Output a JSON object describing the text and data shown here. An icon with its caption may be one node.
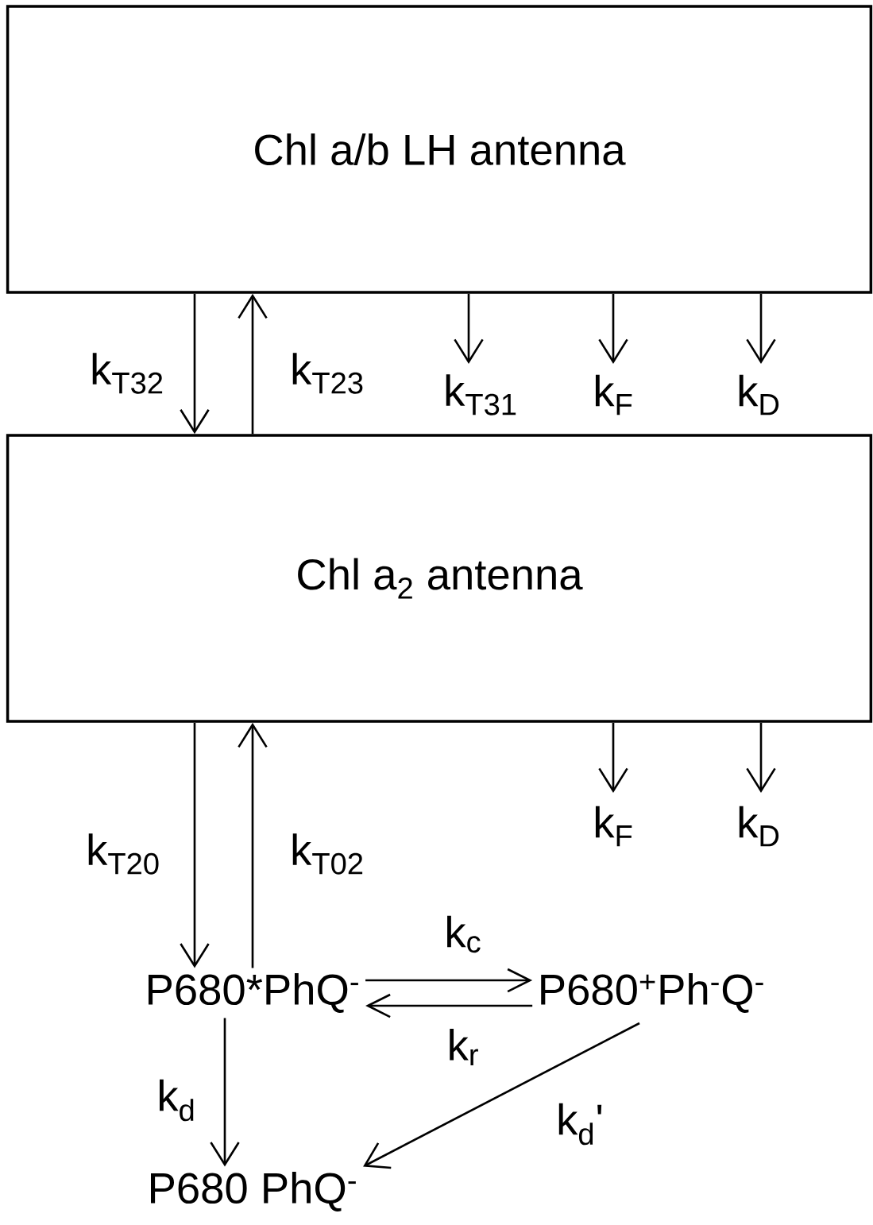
{
  "diagram": {
    "nodes": [
      {
        "text": [
          "Chl a/b LH antenna"
        ]
      },
      {
        "text": [
          "Chl a$_{2}$ antenna"
        ]
      },
      {
        "text": [
          "P680*PhQ$^{-}$"
        ]
      },
      {
        "text": [
          "P680$^{+}$Ph$^{-}$Q$^{-}$"
        ]
      },
      {
        "text": [
          "P680 PhQ$^{-}$"
        ]
      }
    ],
    "edges": [
      {
        "from": 0,
        "to": 1,
        "arrow": "to",
        "label": "k$_{T32}$"
      },
      {
        "from": 1,
        "to": 0,
        "arrow": "to",
        "label": "k$_{T23}$"
      },
      {
        "from": 0,
        "to": null,
        "arrow": "to",
        "label": "k$_{T31}$"
      },
      {
        "from": 0,
        "to": null,
        "arrow": "to",
        "label": "k$_{F}$"
      },
      {
        "from": 0,
        "to": null,
        "arrow": "to",
        "label": "k$_{D}$"
      },
      {
        "from": 1,
        "to": null,
        "arrow": "to",
        "label": "k$_{F}$"
      },
      {
        "from": 1,
        "to": null,
        "arrow": "to",
        "label": "k$_{D}$"
      },
      {
        "from": 1,
        "to": 2,
        "arrow": "to",
        "label": "k$_{T20}$"
      },
      {
        "from": 2,
        "to": 1,
        "arrow": "to",
        "label": "k$_{T02}$"
      },
      {
        "from": 2,
        "to": 3,
        "arrow": "to",
        "label": "k$_{c}$"
      },
      {
        "from": 3,
        "to": 2,
        "arrow": "to",
        "label": "k$_{r}$"
      },
      {
        "from": 2,
        "to": 4,
        "arrow": "to",
        "label": "k$_{d}$"
      },
      {
        "from": 3,
        "to": 4,
        "arrow": "to",
        "label": "k$_{d}$'"
      }
    ]
  }
}
